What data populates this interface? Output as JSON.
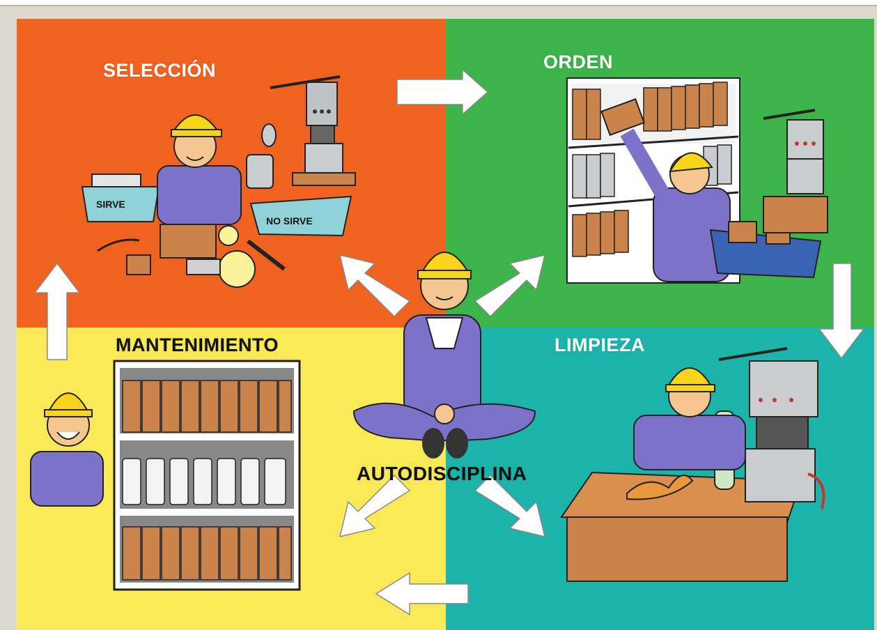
{
  "diagram": {
    "quadrants": [
      {
        "title": "SELECCIÓN",
        "color": "#f0621f"
      },
      {
        "title": "ORDEN",
        "color": "#3cb44a"
      },
      {
        "title": "MANTENIMIENTO",
        "color": "#fae957"
      },
      {
        "title": "LIMPIEZA",
        "color": "#1bb3aa"
      }
    ],
    "center_label": "AUTODISCIPLINA",
    "bin_labels": {
      "keep": "SIRVE",
      "discard": "NO SIRVE"
    }
  },
  "colors": {
    "worker_suit": "#7d72c9",
    "helmet": "#f6d51a",
    "arrow": "#ffffff",
    "box": "#c9834b"
  }
}
